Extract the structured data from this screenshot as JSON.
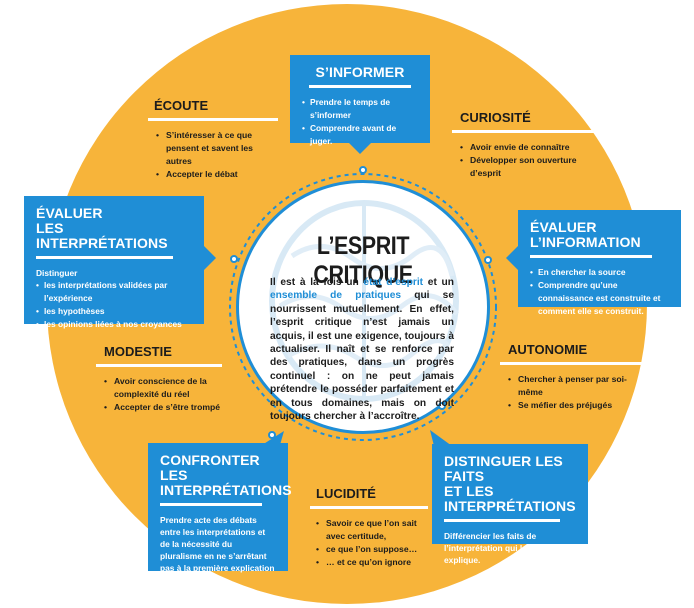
{
  "center": {
    "title": "L’ESPRIT CRITIQUE",
    "text_before": "Il est à la fois un ",
    "highlight1": "état d’esprit",
    "text_mid": " et un ",
    "highlight2": "ensemble de pratiques",
    "text_after": " qui se nourrissent mutuellement. En effet, l’esprit critique n’est jamais un acquis, il est une exigence, toujours à actualiser. Il naît et se renforce par des pratiques, dans un progrès continuel : on ne peut jamais prétendre le posséder parfaitement et en tous domaines, mais on doit toujours chercher à l’accroître."
  },
  "boxes": {
    "sinformer": {
      "title": "S’INFORMER",
      "items": [
        "Prendre le temps de s’informer",
        "Comprendre avant de juger."
      ]
    },
    "evaluer_info": {
      "title": "ÉVALUER L’INFORMATION",
      "items": [
        "En chercher la source",
        "Comprendre qu’une connaissance est construite et comment elle se construit."
      ]
    },
    "distinguer": {
      "title_line1": "DISTINGUER LES FAITS",
      "title_line2": "ET LES INTERPRÉTATIONS",
      "text": "Différencier les faits de l’interprétation qui les relie et les explique."
    },
    "confronter": {
      "title_line1": "CONFRONTER",
      "title_line2": "LES INTERPRÉTATIONS",
      "text": "Prendre acte des débats entre les interprétations et de la nécessité du pluralisme en ne s’arrêtant pas à la première explication présentée."
    },
    "evaluer_interp": {
      "title_line1": "ÉVALUER",
      "title_line2": "LES INTERPRÉTATIONS",
      "intro": "Distinguer",
      "items": [
        "les interprétations validées par l’expérience",
        "les hypothèses",
        "les opinions liées à nos croyances"
      ]
    }
  },
  "qualities": {
    "ecoute": {
      "title": "ÉCOUTE",
      "items": [
        "S’intéresser à ce que pensent et savent les autres",
        "Accepter le débat"
      ]
    },
    "curiosite": {
      "title": "CURIOSITÉ",
      "items": [
        "Avoir envie de connaître",
        "Développer son ouverture d’esprit"
      ]
    },
    "autonomie": {
      "title": "AUTONOMIE",
      "items": [
        "Chercher à penser par soi-même",
        "Se méfier des préjugés"
      ]
    },
    "lucidite": {
      "title": "LUCIDITÉ",
      "items": [
        "Savoir ce que l’on sait avec certitude,",
        "ce que l’on suppose…",
        "… et ce qu’on ignore"
      ]
    },
    "modestie": {
      "title": "MODESTIE",
      "items": [
        "Avoir conscience de la complexité du réel",
        "Accepter de s’être trompé"
      ]
    }
  },
  "colors": {
    "orange": "#f7b43a",
    "blue": "#1f8ed6",
    "white": "#ffffff"
  }
}
